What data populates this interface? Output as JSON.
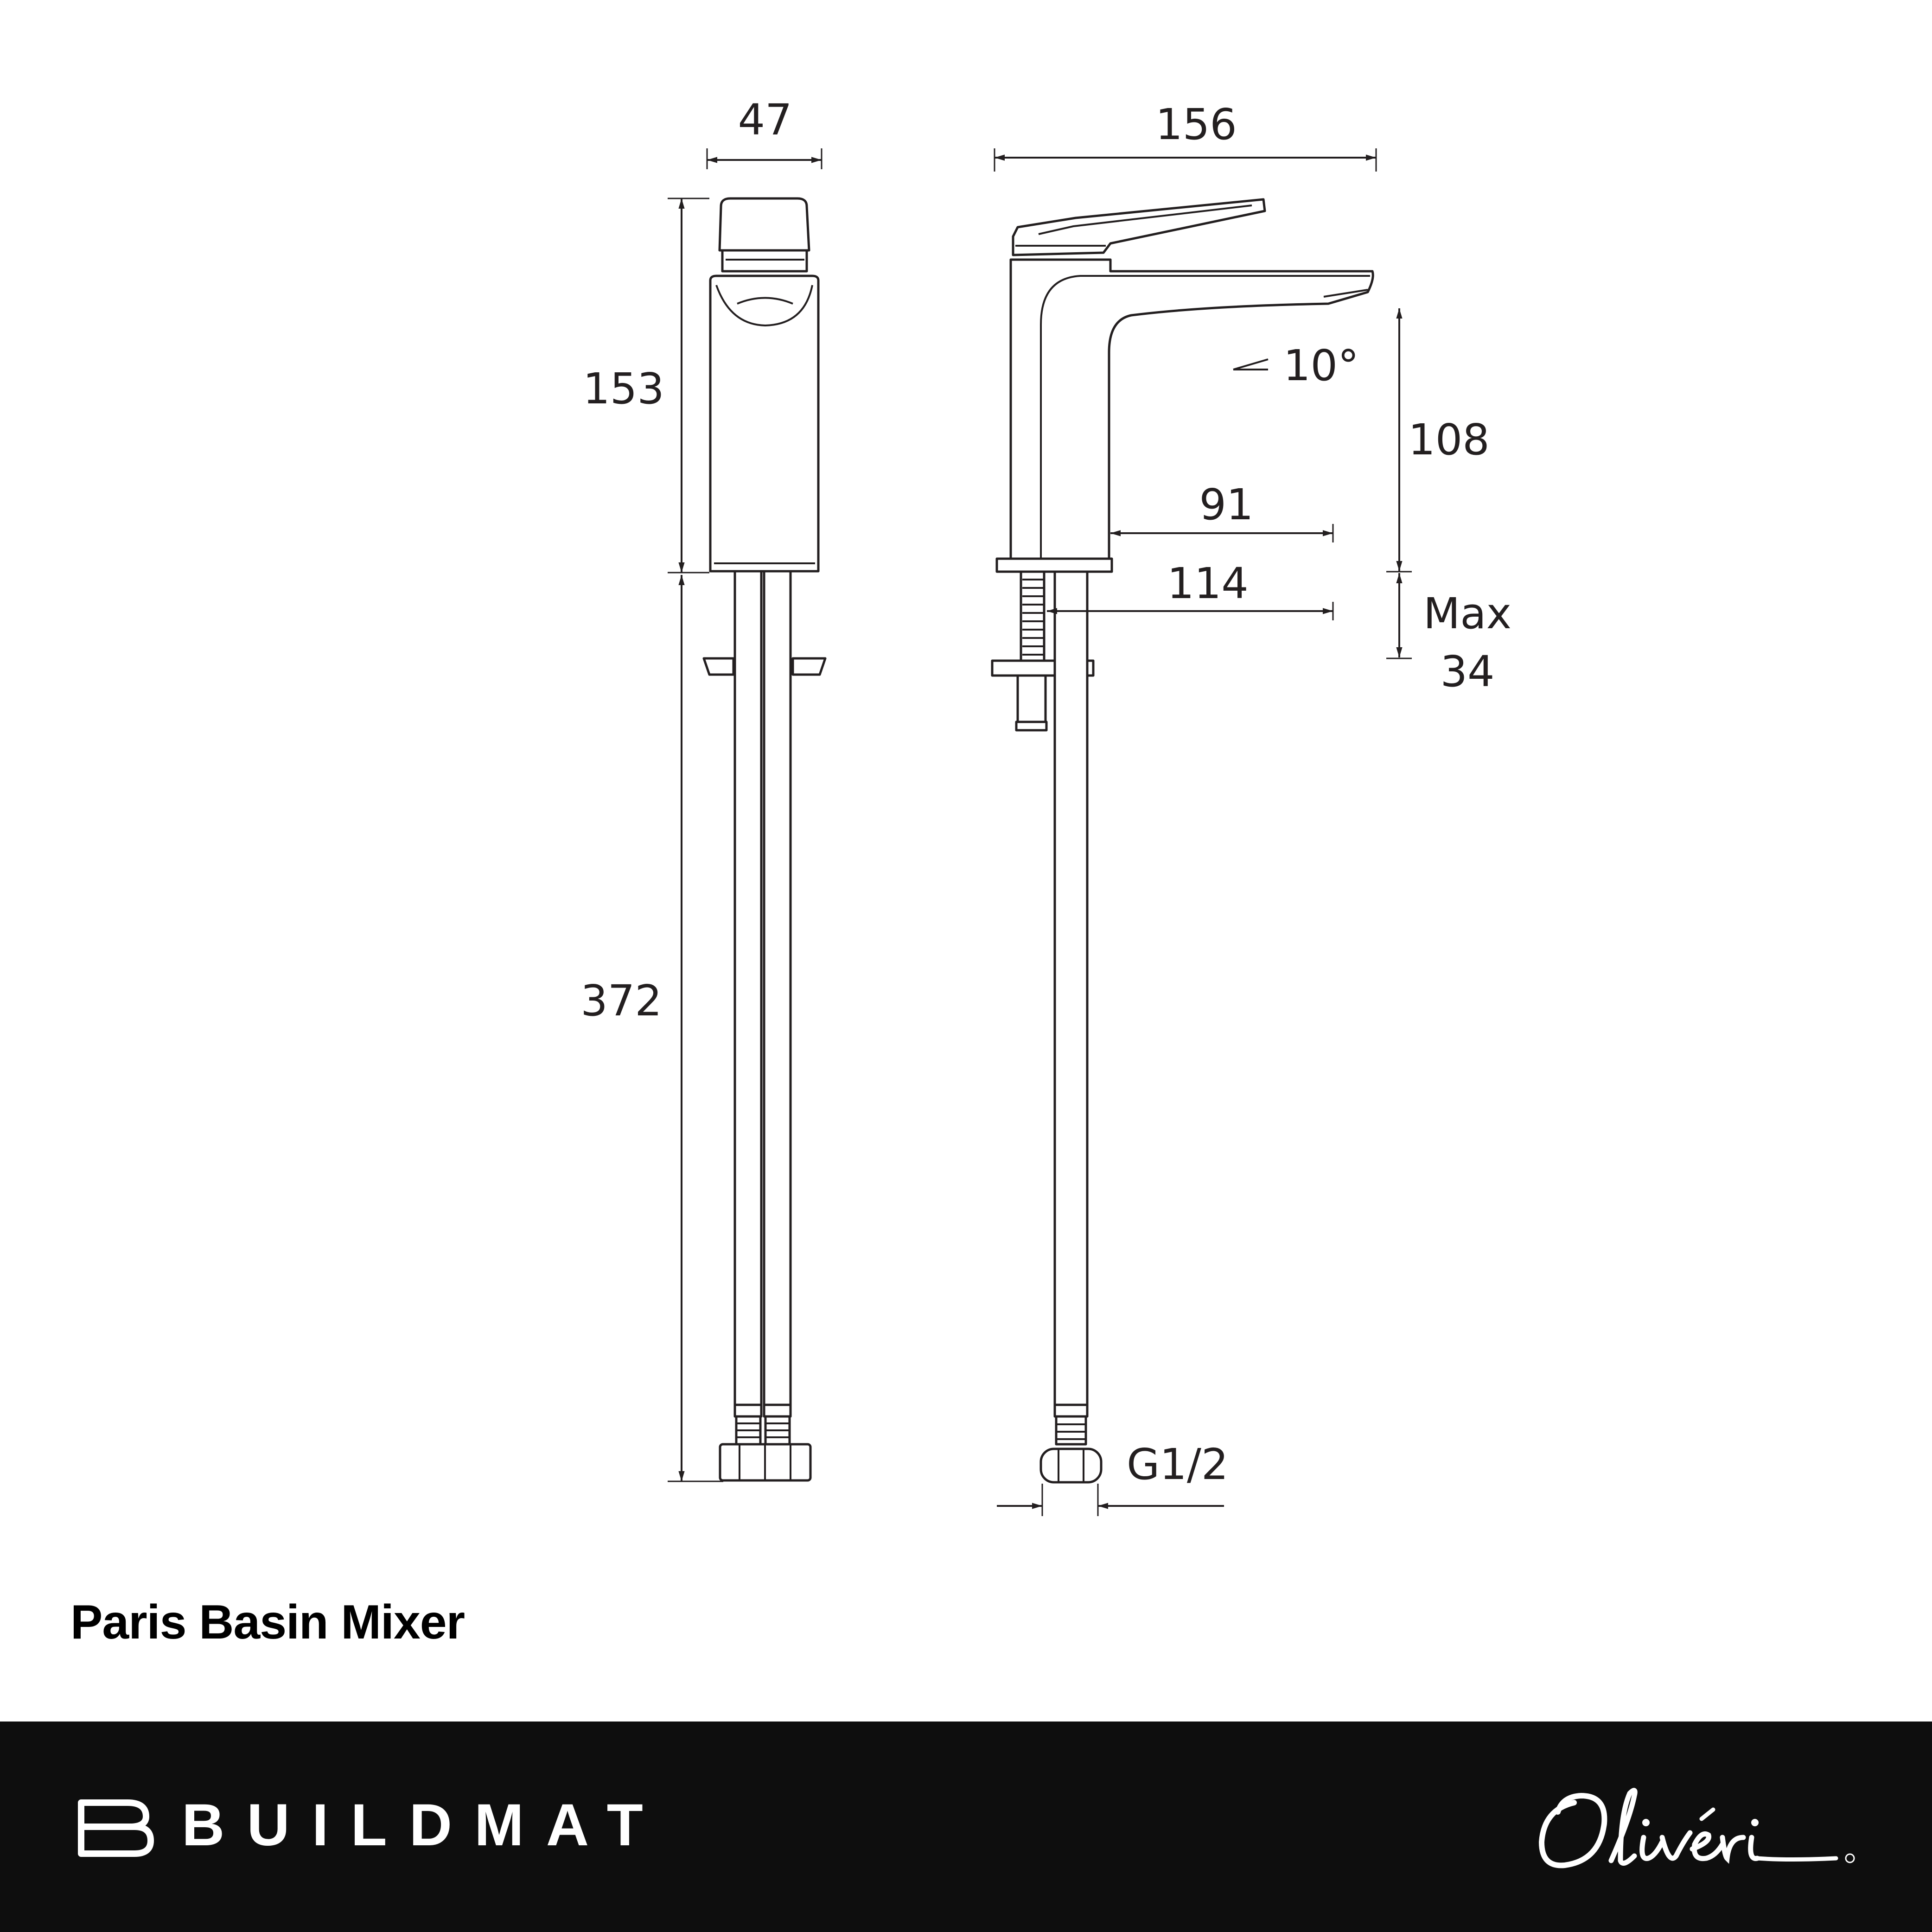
{
  "product": {
    "title": "Paris Basin Mixer"
  },
  "dimensions": {
    "width_front": "47",
    "overall_length": "156",
    "body_height": "153",
    "hose_length": "372",
    "spout_height": "108",
    "spout_reach": "91",
    "spout_reach_from_shank": "114",
    "angle": "10°",
    "max_label": "Max",
    "max_value": "34",
    "thread": "G1/2"
  },
  "footer": {
    "brand_left": "BUILDMAT",
    "brand_right": "Oliveri",
    "background": "#0e0e0e",
    "text_color": "#ffffff"
  },
  "icons": {
    "buildmat": "buildmat-logo-icon",
    "oliveri": "oliveri-logo-icon"
  }
}
